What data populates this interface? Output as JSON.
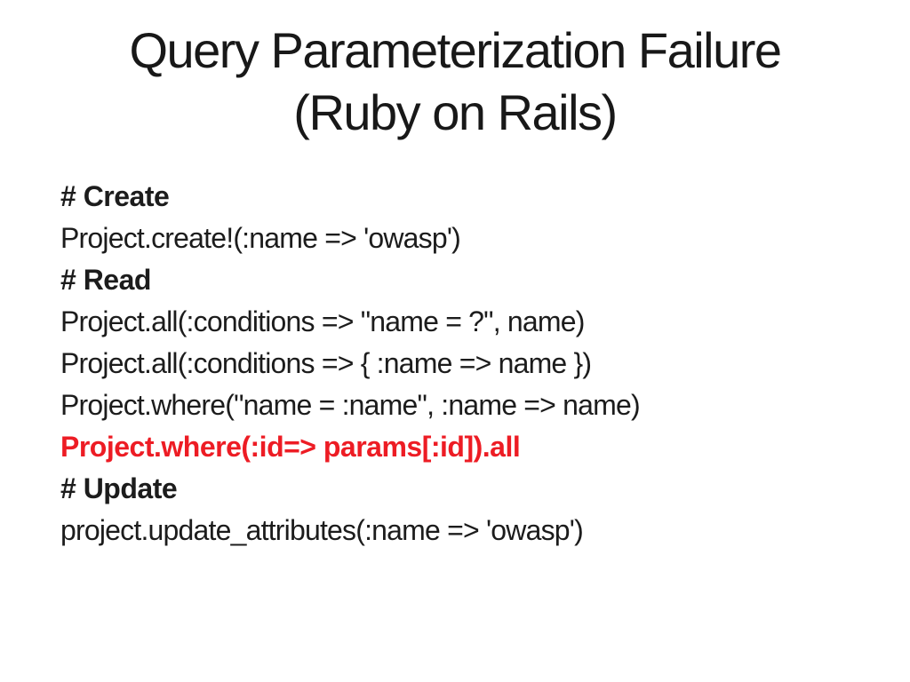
{
  "slide": {
    "background_color": "#ffffff",
    "title_color": "#181818",
    "text_color": "#1c1c1c",
    "highlight_color": "#ed1c24",
    "title": {
      "line1": "Query Parameterization Failure",
      "line2": "(Ruby on Rails)"
    },
    "code": {
      "lines": [
        {
          "text": "# Create",
          "style": "comment-bold"
        },
        {
          "text": "Project.create!(:name => 'owasp')",
          "style": "code"
        },
        {
          "text": "# Read",
          "style": "comment-bold"
        },
        {
          "text": "Project.all(:conditions => \"name = ?\", name)",
          "style": "code"
        },
        {
          "text": "Project.all(:conditions => { :name => name })",
          "style": "code"
        },
        {
          "text": "Project.where(\"name = :name\", :name => name)",
          "style": "code"
        },
        {
          "text": "Project.where(:id=> params[:id]).all",
          "style": "code-red-bold"
        },
        {
          "text": "# Update",
          "style": "comment-bold"
        },
        {
          "text": "project.update_attributes(:name => 'owasp')",
          "style": "code"
        }
      ]
    }
  }
}
